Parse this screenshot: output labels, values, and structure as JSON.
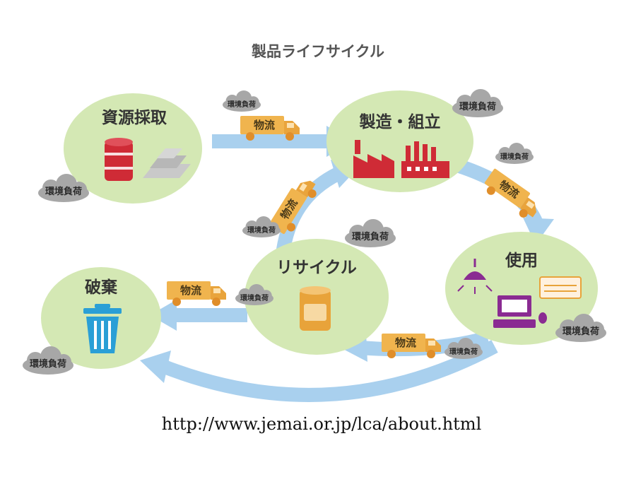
{
  "title": "製品ライフサイクル",
  "stages": {
    "resource": "資源採取",
    "manufacture": "製造・組立",
    "use": "使用",
    "recycle": "リサイクル",
    "disposal": "破棄"
  },
  "truck_label": "物流",
  "cloud_label": "環境負荷",
  "source_url": "http://www.jemai.or.jp/lca/about.html",
  "colors": {
    "circle_fill": "#d4e8b4",
    "arrow": "#a9d0ee",
    "truck": "#f0b44e",
    "cloud": "#a7a7a7",
    "icon_red": "#cf2b36",
    "icon_purple": "#8a2b92",
    "icon_blue": "#2a9fd6",
    "icon_orange": "#e8a33a"
  }
}
